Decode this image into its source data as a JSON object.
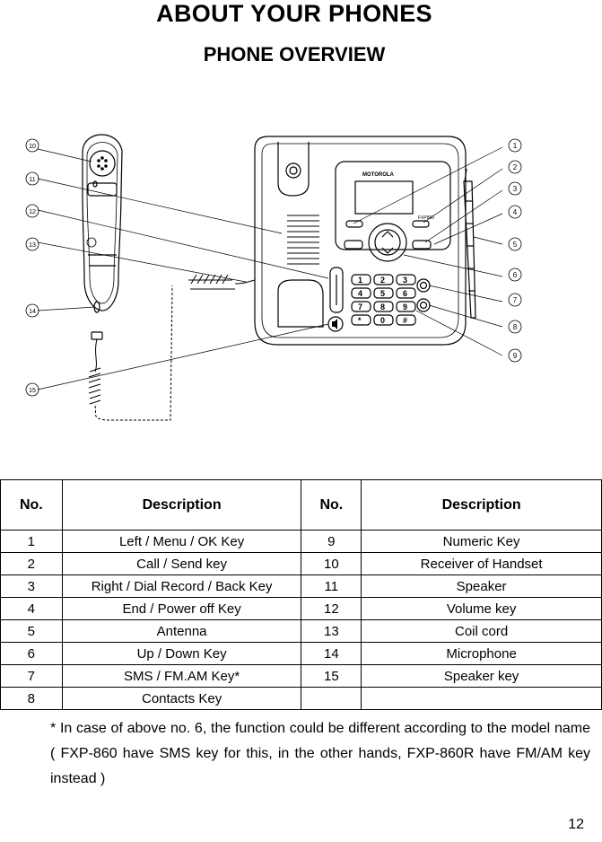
{
  "heading": "ABOUT YOUR PHONES",
  "subheading": "PHONE OVERVIEW",
  "figure": {
    "brand": "MOTOROLA",
    "model": "FXP860",
    "callouts": [
      "1",
      "2",
      "3",
      "4",
      "5",
      "6",
      "7",
      "8",
      "9",
      "10",
      "11",
      "12",
      "13",
      "14",
      "15"
    ],
    "keypad": [
      "1",
      "2",
      "3",
      "4",
      "5",
      "6",
      "7",
      "8",
      "9",
      "*",
      "0",
      "#"
    ]
  },
  "table": {
    "headers": [
      "No.",
      "Description",
      "No.",
      "Description"
    ],
    "rows": [
      [
        "1",
        "Left / Menu / OK Key",
        "9",
        "Numeric Key"
      ],
      [
        "2",
        "Call / Send key",
        "10",
        "Receiver of Handset"
      ],
      [
        "3",
        "Right / Dial Record / Back Key",
        "11",
        "Speaker"
      ],
      [
        "4",
        "End / Power off Key",
        "12",
        "Volume key"
      ],
      [
        "5",
        "Antenna",
        "13",
        "Coil cord"
      ],
      [
        "6",
        "Up / Down Key",
        "14",
        "Microphone"
      ],
      [
        "7",
        "SMS / FM.AM Key*",
        "15",
        "Speaker key"
      ],
      [
        "8",
        "Contacts Key",
        "",
        ""
      ]
    ]
  },
  "footnote": "* In case of above no. 6, the function could be different according to the model name ( FXP-860 have SMS key for this, in the other hands, FXP-860R have FM/AM key instead )",
  "page_number": "12"
}
